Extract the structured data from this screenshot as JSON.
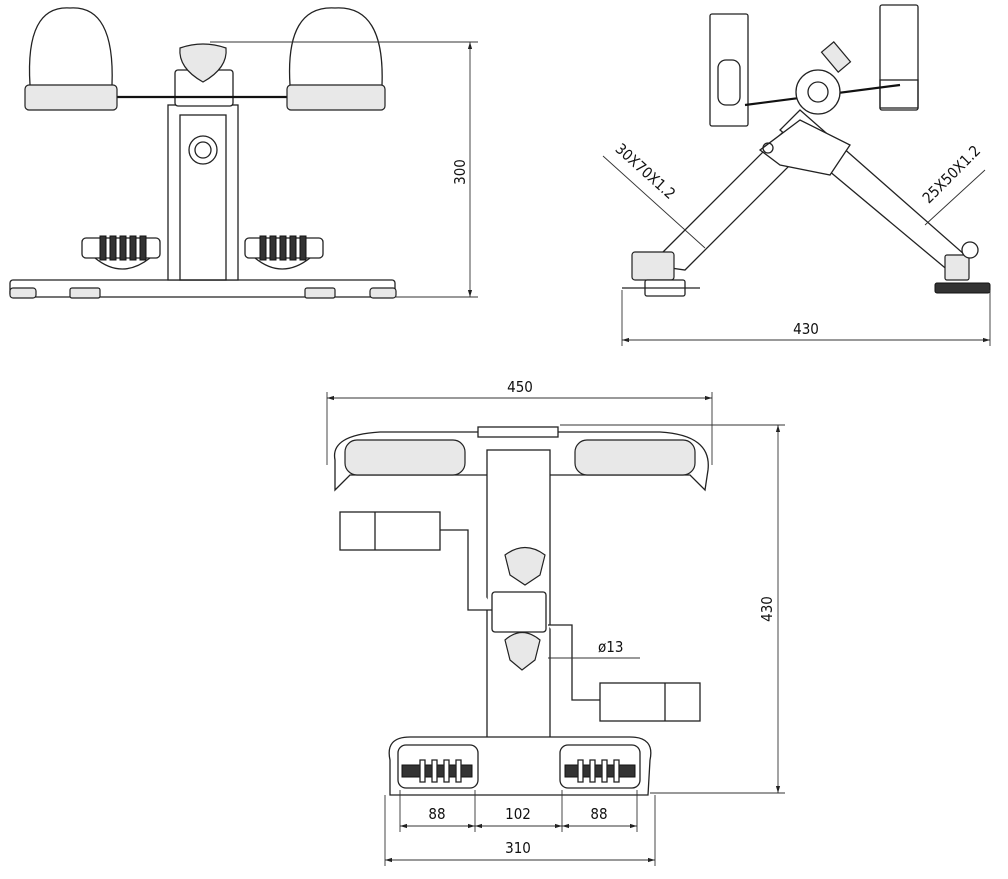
{
  "front_view": {
    "height_dim": "300"
  },
  "side_view": {
    "tube_front_dim": "30X70X1.2",
    "tube_rear_dim": "25X50X1.2",
    "length_dim": "430"
  },
  "top_view": {
    "width_dim": "450",
    "length_dim": "430",
    "crank_dia_dim": "ø13",
    "base_left_dim": "88",
    "base_center_dim": "102",
    "base_right_dim": "88",
    "base_width_dim": "310"
  }
}
